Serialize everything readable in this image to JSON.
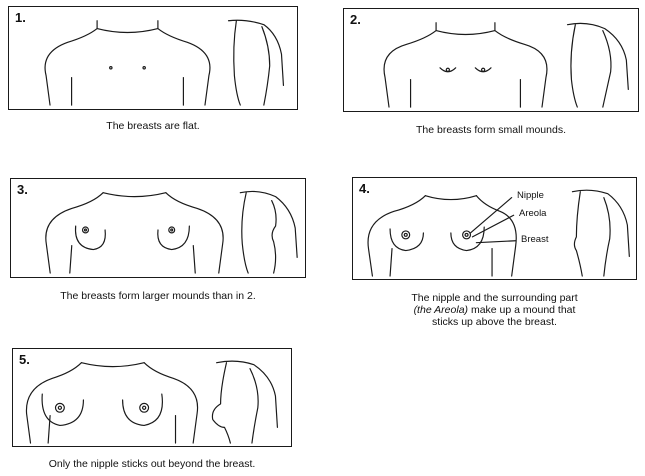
{
  "stages": [
    {
      "number": "1.",
      "caption": "The breasts are flat."
    },
    {
      "number": "2.",
      "caption": "The breasts form small mounds."
    },
    {
      "number": "3.",
      "caption": "The breasts form larger mounds than in 2."
    },
    {
      "number": "4.",
      "caption_line1": "The nipple and the surrounding part",
      "caption_italic": "(the Areola)",
      "caption_line2": " make up a mound that",
      "caption_line3": "sticks up above the breast.",
      "labels": {
        "nipple": "Nipple",
        "areola": "Areola",
        "breast": "Breast"
      }
    },
    {
      "number": "5.",
      "caption": "Only the nipple sticks out beyond the breast."
    }
  ]
}
